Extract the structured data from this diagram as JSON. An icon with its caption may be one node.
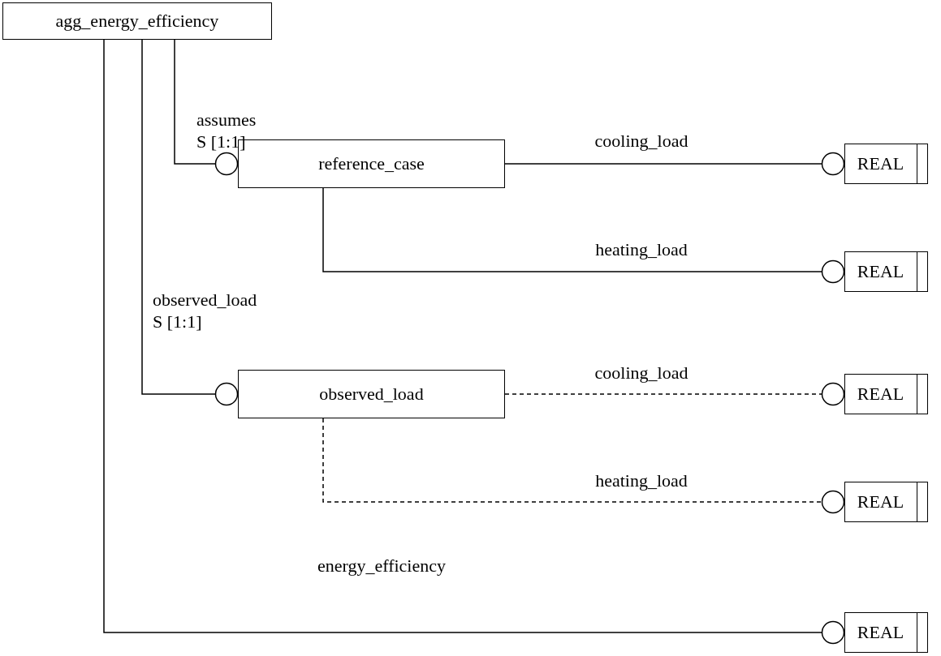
{
  "diagram": {
    "nodes": [
      {
        "text": [
          "agg_energy_efficiency"
        ]
      },
      {
        "text": [
          "reference_case"
        ]
      },
      {
        "text": [
          "REAL"
        ]
      },
      {
        "text": [
          "REAL"
        ]
      },
      {
        "text": [
          "observed_load"
        ]
      },
      {
        "text": [
          "REAL"
        ]
      },
      {
        "text": [
          "REAL"
        ]
      },
      {
        "text": [
          "REAL"
        ]
      }
    ],
    "edges": [
      {
        "from": 0,
        "to": 1,
        "arrow": "other",
        "label": "assumes S [1:1]"
      },
      {
        "from": 1,
        "to": 2,
        "arrow": "other",
        "label": "cooling_load"
      },
      {
        "from": 1,
        "to": 3,
        "arrow": "other",
        "label": "heating_load"
      },
      {
        "from": 0,
        "to": 4,
        "arrow": "other",
        "label": "observed_load S [1:1]"
      },
      {
        "from": 4,
        "to": 5,
        "arrow": "other",
        "label": "cooling_load",
        "style": "dashed"
      },
      {
        "from": 4,
        "to": 6,
        "arrow": "other",
        "label": "heating_load",
        "style": "dashed"
      },
      {
        "from": 0,
        "to": 7,
        "arrow": "other",
        "label": "energy_efficiency"
      }
    ]
  }
}
